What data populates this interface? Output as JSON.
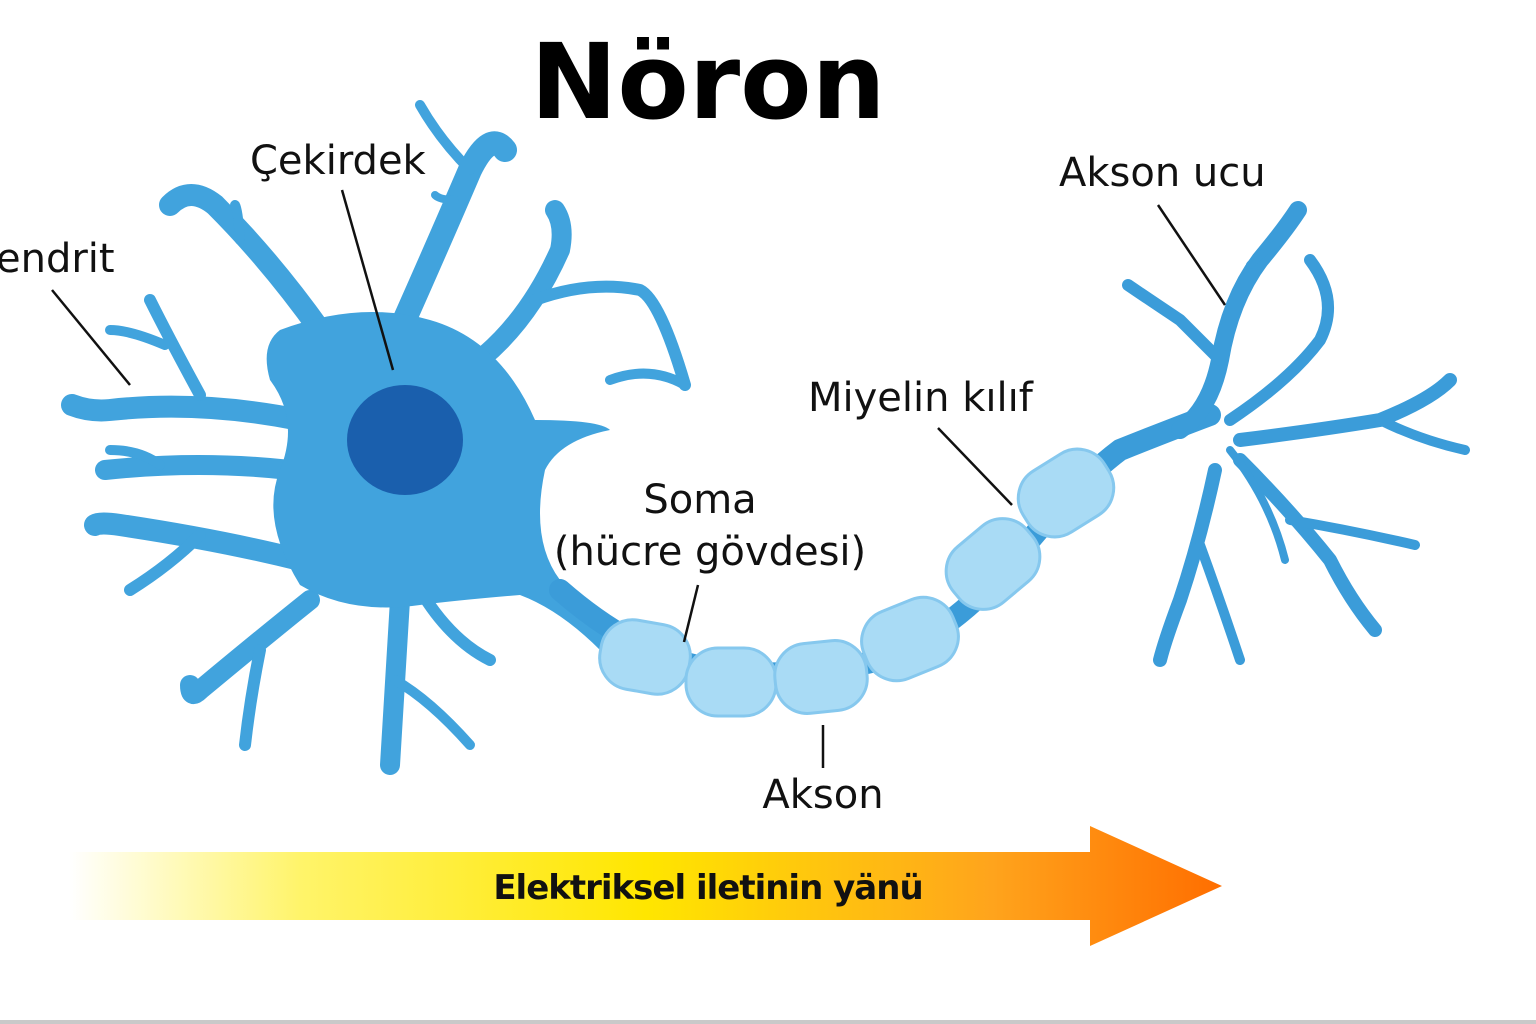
{
  "title": "Nöron",
  "labels": {
    "dendrite": "endrit",
    "nucleus": "Çekirdek",
    "soma_line1": "Soma",
    "soma_line2": "(hücre gövdesi)",
    "myelin": "Miyelin kılıf",
    "axon": "Akson",
    "axon_terminal": "Akson ucu"
  },
  "arrow": {
    "label": "Elektriksel iletinin yänü"
  },
  "colors": {
    "cell": "#41a3dd",
    "cell_dark": "#2f8fd0",
    "nucleus": "#1a5fad",
    "myelin": "#a9dbf5",
    "myelin_stroke": "#86c8ee",
    "arrow_start": "#ffffff",
    "arrow_mid": "#ffe600",
    "arrow_end": "#ff7a00"
  }
}
